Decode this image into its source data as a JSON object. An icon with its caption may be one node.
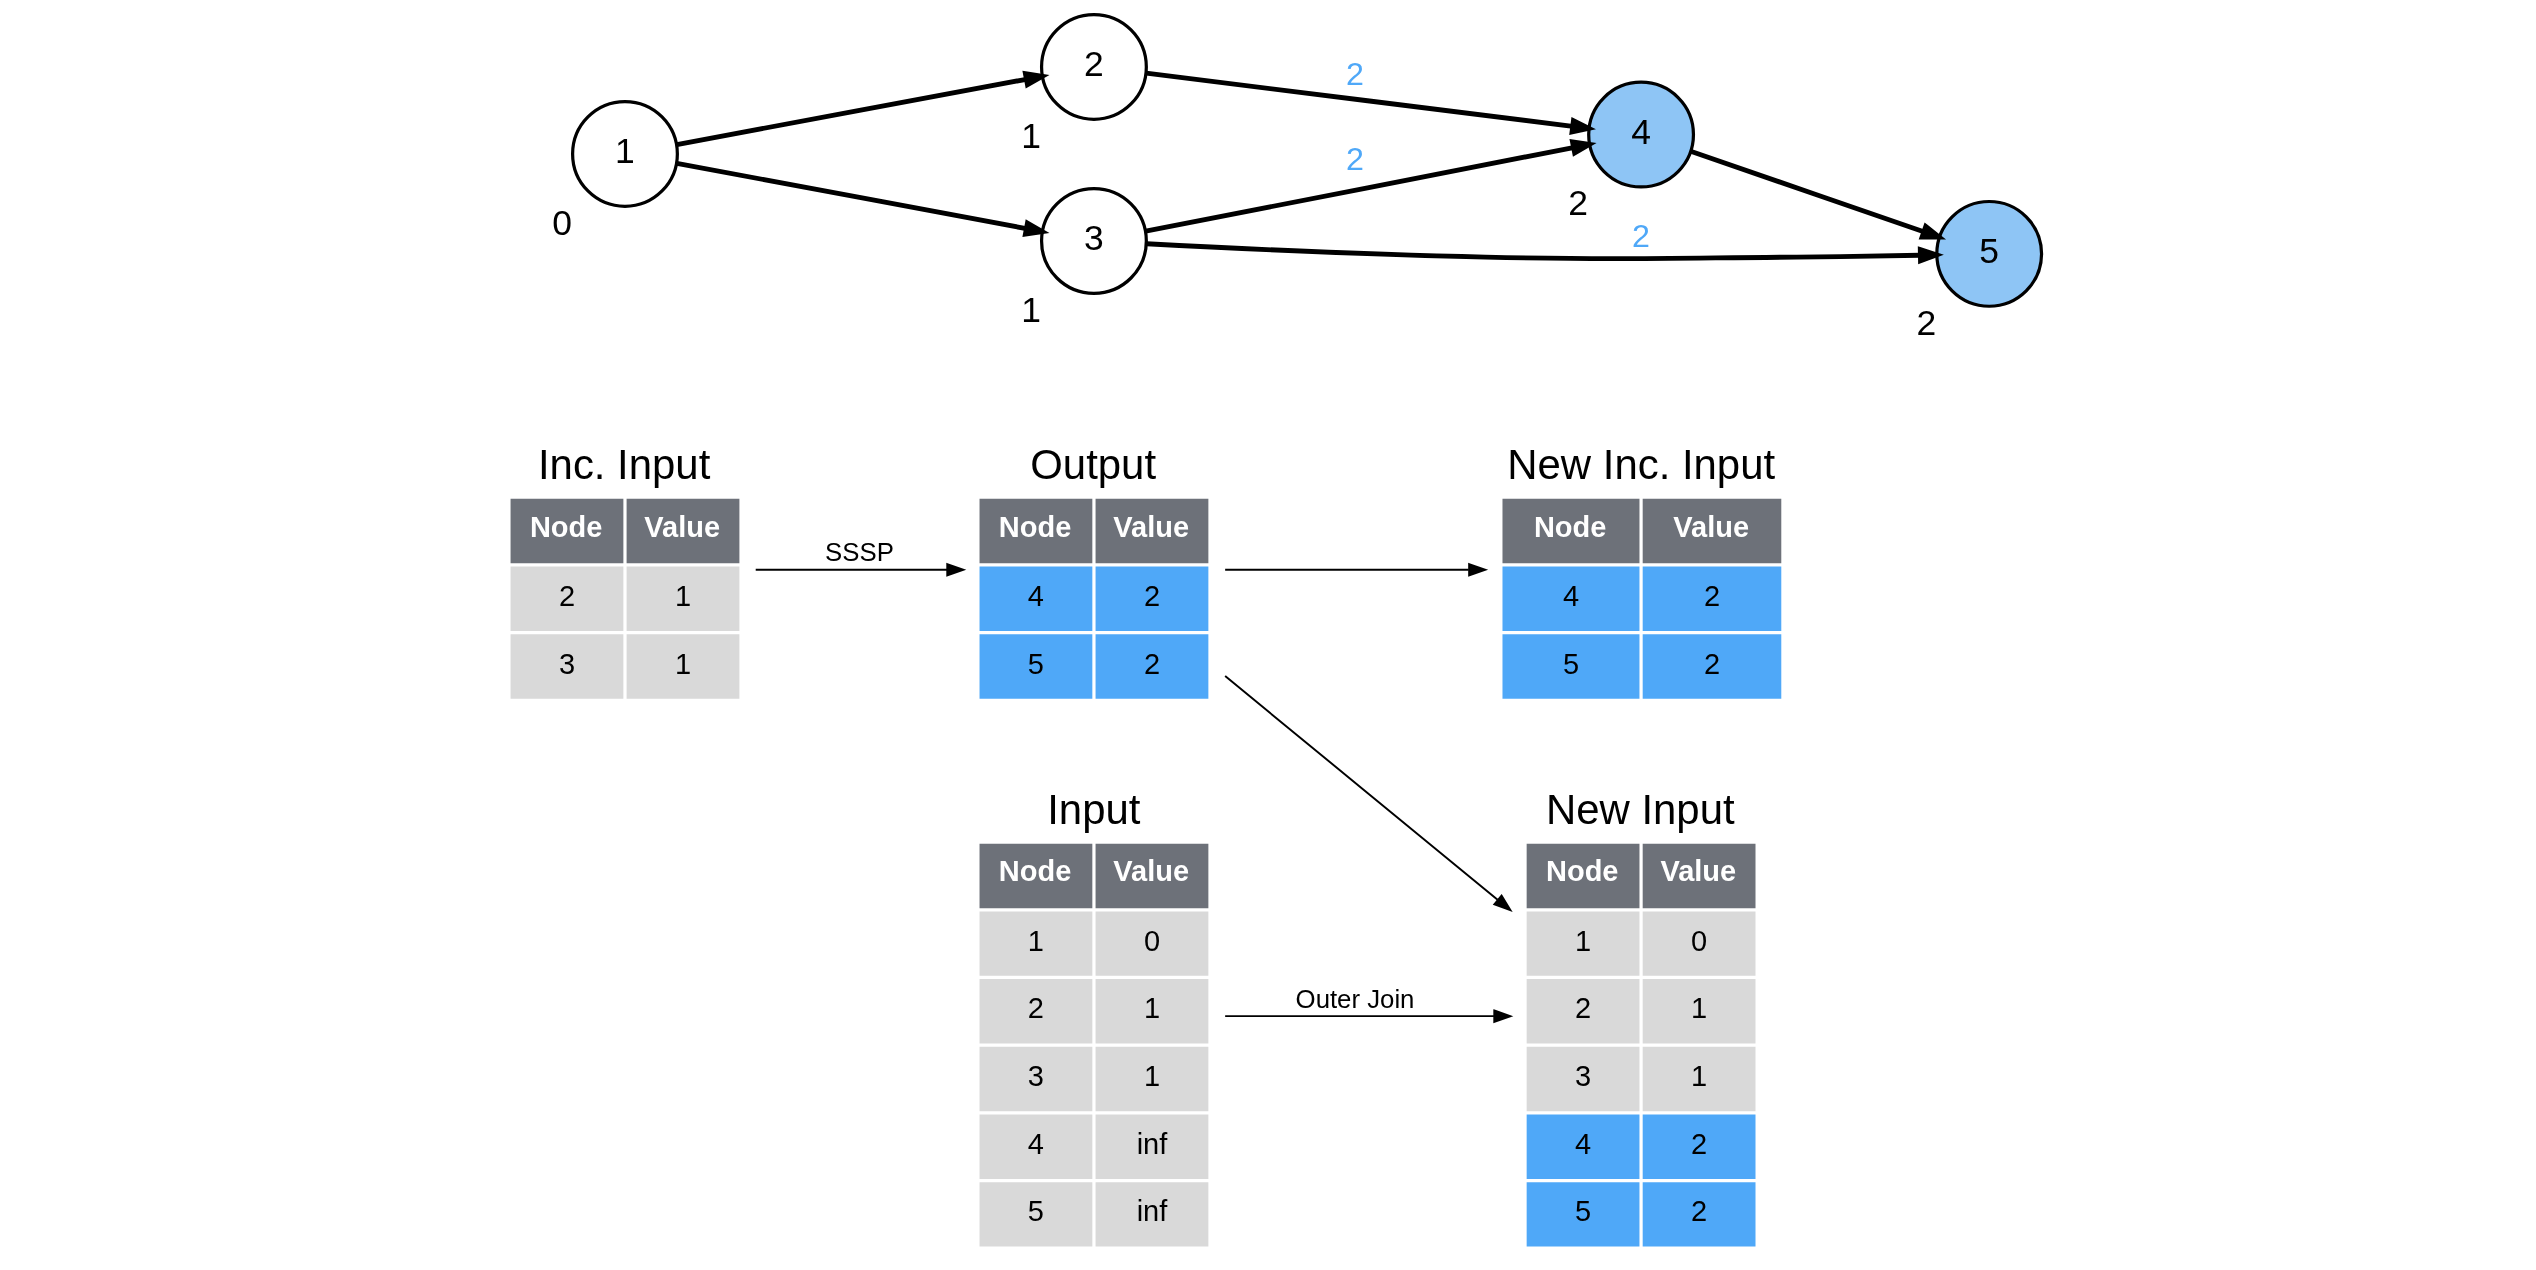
{
  "diagram": {
    "nodes": [
      {
        "text": [
          "Inc. Input",
          "Node",
          "Value",
          "2",
          "1",
          "3",
          "1"
        ]
      },
      {
        "text": [
          "Input",
          "Node",
          "Value",
          "1",
          "0",
          "2",
          "1",
          "3",
          "1",
          "4",
          "inf",
          "5",
          "inf"
        ]
      },
      {
        "text": [
          "Output",
          "Node",
          "Value",
          "4",
          "2",
          "5",
          "2"
        ]
      },
      {
        "text": [
          "New Inc. Input",
          "Node",
          "Value",
          "4",
          "2",
          "5",
          "2"
        ]
      },
      {
        "text": [
          "New Input",
          "Node",
          "Value",
          "1",
          "0",
          "2",
          "1",
          "3",
          "1",
          "4",
          "2",
          "5",
          "2"
        ]
      },
      {
        "text": [
          "1"
        ],
        "beside": [
          "0"
        ]
      },
      {
        "text": [
          "2"
        ],
        "beside": [
          "1"
        ]
      },
      {
        "text": [
          "3"
        ],
        "beside": [
          "1"
        ]
      },
      {
        "text": [
          "4"
        ],
        "beside": [
          "2"
        ]
      },
      {
        "text": [
          "5"
        ],
        "beside": [
          "2"
        ]
      }
    ],
    "edges": [
      {
        "from": 0,
        "to": 2,
        "arrow": "to",
        "label": "SSSP"
      },
      {
        "from": 2,
        "to": 3,
        "arrow": "to"
      },
      {
        "from": 2,
        "to": 4,
        "arrow": "to"
      },
      {
        "from": 1,
        "to": 4,
        "arrow": "to",
        "label": "Outer Join"
      },
      {
        "from": 5,
        "to": 6,
        "arrow": "to"
      },
      {
        "from": 5,
        "to": 7,
        "arrow": "to"
      },
      {
        "from": 7,
        "to": 9,
        "arrow": "to",
        "label": "2"
      },
      {
        "from": 7,
        "to": 8,
        "arrow": "to",
        "label": "2"
      },
      {
        "from": 6,
        "to": 8,
        "arrow": "to",
        "label": "2"
      },
      {
        "from": 8,
        "to": 9,
        "arrow": "to"
      }
    ]
  }
}
